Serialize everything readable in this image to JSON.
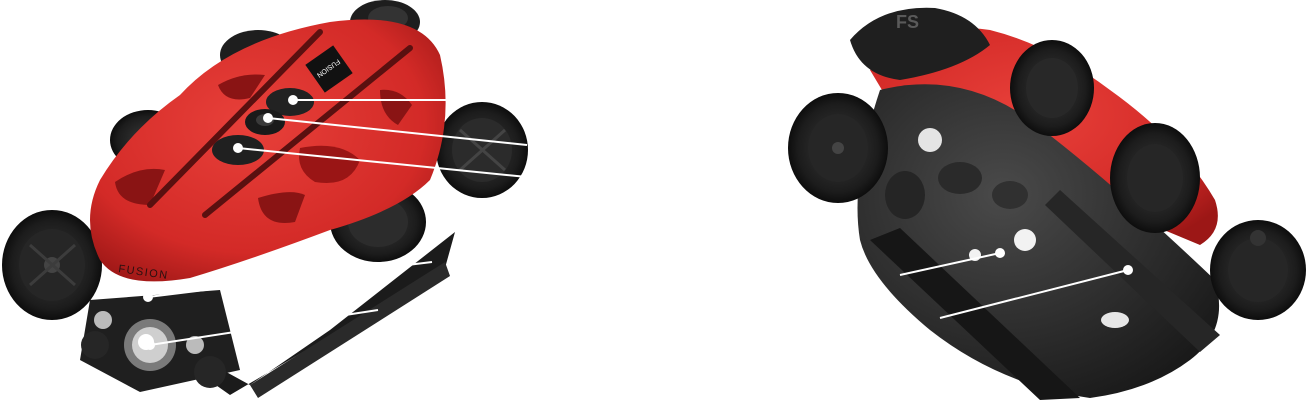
{
  "image": {
    "left_view": {
      "label": "FUSION",
      "decal_text": "FUSION",
      "colors": {
        "hull": "#d92b2b",
        "hull_shade": "#a51a1a",
        "dark": "#1f1f1f",
        "dark2": "#2e2e2e",
        "callout": "#ffffff"
      }
    },
    "right_view": {
      "logo_text": "FS",
      "colors": {
        "hull": "#d92b2b",
        "dark": "#1f1f1f",
        "dark2": "#2e2e2e",
        "callout": "#ffffff"
      }
    }
  }
}
